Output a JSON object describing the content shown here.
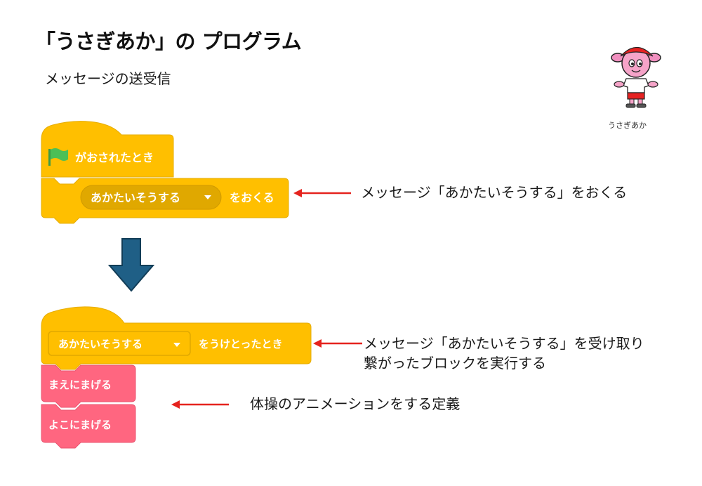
{
  "page": {
    "title": "「うさぎあか」の プログラム",
    "subtitle": "メッセージの送受信"
  },
  "character": {
    "name": "うさぎあか",
    "icon": "rabbit-mascot-icon"
  },
  "script1": {
    "hat_label": "がおされたとき",
    "hat_icon": "green-flag-icon",
    "broadcast_dropdown": "あかたいそうする",
    "broadcast_suffix": "をおくる",
    "note": "メッセージ「あかたいそうする」をおくる"
  },
  "flow_arrow_icon": "down-arrow-icon",
  "script2": {
    "receive_dropdown": "あかたいそうする",
    "receive_suffix": "をうけとったとき",
    "note_line1": "メッセージ「あかたいそうする」を受け取り",
    "note_line2": "繋がったブロックを実行する",
    "blocks": [
      {
        "label": "まえにまげる"
      },
      {
        "label": "よこにまげる"
      }
    ],
    "blocks_note": "体操のアニメーションをする定義"
  },
  "colors": {
    "events_block": "#ffbf00",
    "events_block_dark": "#e6ac00",
    "events_field": "#e0a800",
    "custom_block": "#ff6680",
    "flag_green": "#4cbf56",
    "arrow_red": "#e5231e",
    "flow_arrow": "#1f5f86"
  }
}
